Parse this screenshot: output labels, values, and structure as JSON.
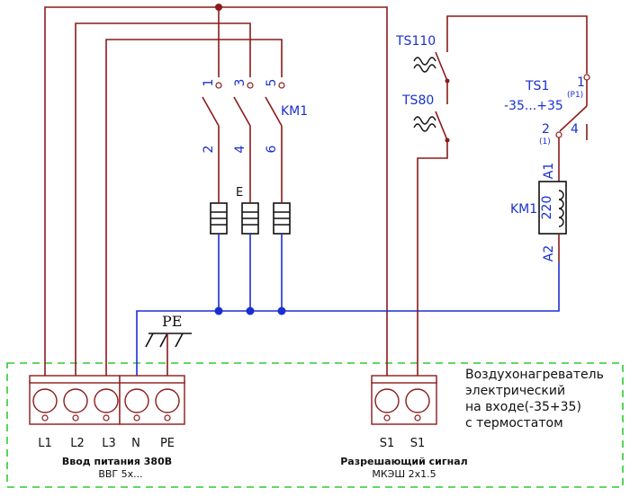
{
  "contactor": {
    "name": "KM1",
    "pins_top": [
      "1",
      "3",
      "5"
    ],
    "pins_bottom": [
      "2",
      "4",
      "6"
    ]
  },
  "heater": {
    "name": "E"
  },
  "thermo_switches": {
    "ts110": "TS110",
    "ts80": "TS80"
  },
  "thermostat": {
    "name": "TS1",
    "range": "-35...+35",
    "pin_1": "1",
    "pin_1_sub": "(P1)",
    "pin_2": "2",
    "pin_2_sub": "(1)",
    "pin_4": "4"
  },
  "coil": {
    "name": "KM1",
    "voltage": "220",
    "a1": "A1",
    "a2": "A2"
  },
  "earth": {
    "label": "PE"
  },
  "power_terminals": {
    "labels": [
      "L1",
      "L2",
      "L3",
      "N",
      "PE"
    ],
    "title": "Ввод питания 380В",
    "cable": "ВВГ 5х..."
  },
  "signal_terminals": {
    "labels": [
      "S1",
      "S1"
    ],
    "title": "Разрешающий сигнал",
    "cable": "МКЭШ 2х1.5"
  },
  "device_note": {
    "lines": [
      "Воздухонагреватель",
      "электрический",
      "на входе(-35+35)",
      "с термостатом"
    ]
  },
  "colors": {
    "wire": "#8b1a1a",
    "blue_wire": "#1a2fd0",
    "boundary": "#2ecc2e"
  }
}
